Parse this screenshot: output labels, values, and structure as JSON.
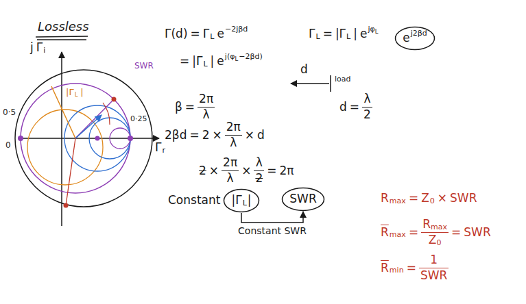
{
  "diagram": {
    "title": "Lossless",
    "nodes": [
      {
        "text": [
          "e",
          "j2βd"
        ]
      },
      {
        "text": [
          "|Γ",
          "L",
          "|"
        ]
      },
      {
        "text": [
          "SWR"
        ]
      }
    ],
    "edges": [
      {
        "from": 1,
        "to": 2,
        "arrow": "to",
        "label": "Constant SWR"
      }
    ],
    "labels": [
      "Γ(d)",
      "=",
      "Γ",
      "L",
      "e",
      "−2jβd",
      "Γ",
      "L",
      "=",
      "|Γ",
      "L",
      "|",
      "e",
      "jφ",
      "L",
      "=",
      "|Γ",
      "L",
      "|",
      "e",
      "j(φ",
      "L",
      "−2βd)",
      "d",
      "load",
      "β",
      "=",
      "2π",
      "λ",
      "d",
      "=",
      "λ",
      "2",
      "2βd",
      "=",
      "2",
      "×",
      "2π",
      "λ",
      "×",
      "d",
      "2",
      "×",
      "2π",
      "λ",
      "×",
      "λ",
      "2",
      "=",
      "2π",
      "Constant",
      "R",
      "max",
      "=",
      "Z",
      "0",
      "×",
      "SWR",
      "R",
      "max",
      "=",
      "R",
      "max",
      "Z",
      "0",
      "=",
      "SWR",
      "R",
      "min",
      "=",
      "1",
      "SWR",
      "j",
      "Γ",
      "i",
      "Γ",
      "r",
      "0·25",
      "0·5",
      "0",
      "|Γ",
      "L",
      "|",
      "SWR"
    ]
  }
}
